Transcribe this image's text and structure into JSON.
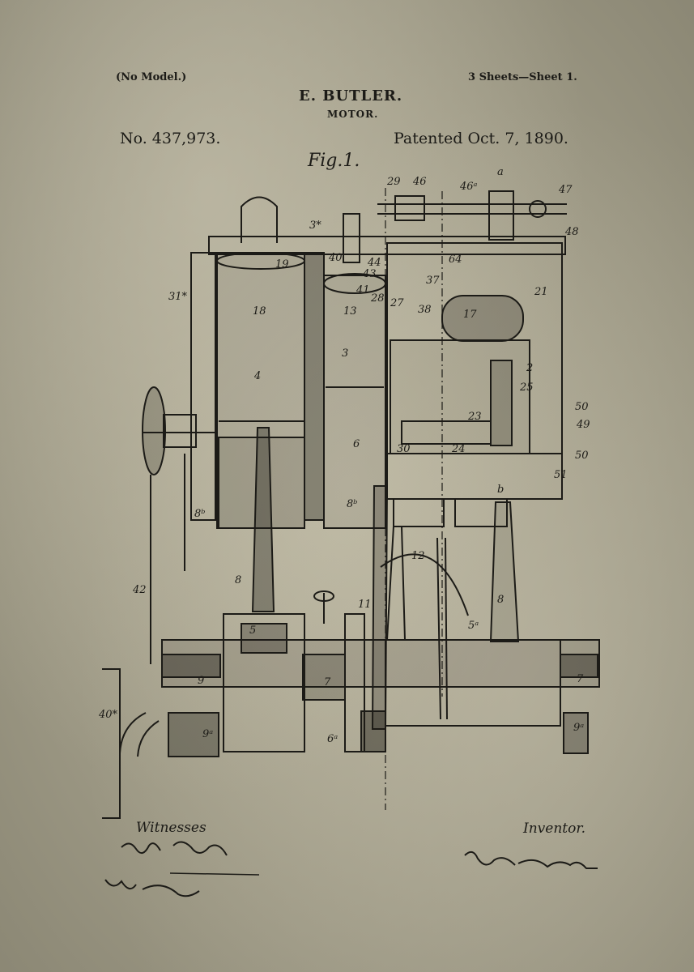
{
  "header": {
    "no_model": "(No Model.)",
    "sheets": "3 Sheets—Sheet 1.",
    "inventor_name": "E. BUTLER.",
    "invention": "MOTOR.",
    "patent_no": "No. 437,973.",
    "patent_date": "Patented Oct. 7, 1890."
  },
  "figure": {
    "label": "Fig.1.",
    "numerals": [
      "29",
      "46",
      "46a",
      "a",
      "47",
      "48",
      "3*",
      "40",
      "44",
      "43",
      "64",
      "37",
      "21",
      "31*",
      "19",
      "18",
      "41",
      "28",
      "27",
      "38",
      "17",
      "13",
      "3",
      "2",
      "25",
      "50",
      "4",
      "49",
      "23",
      "50",
      "6",
      "30",
      "24",
      "b",
      "51",
      "8b",
      "8b",
      "12",
      "42",
      "8",
      "11",
      "5",
      "5a",
      "8",
      "9",
      "7",
      "7",
      "6a",
      "9a",
      "9a",
      "40*"
    ]
  },
  "footer": {
    "witnesses_label": "Witnesses",
    "inventor_label": "Inventor."
  }
}
